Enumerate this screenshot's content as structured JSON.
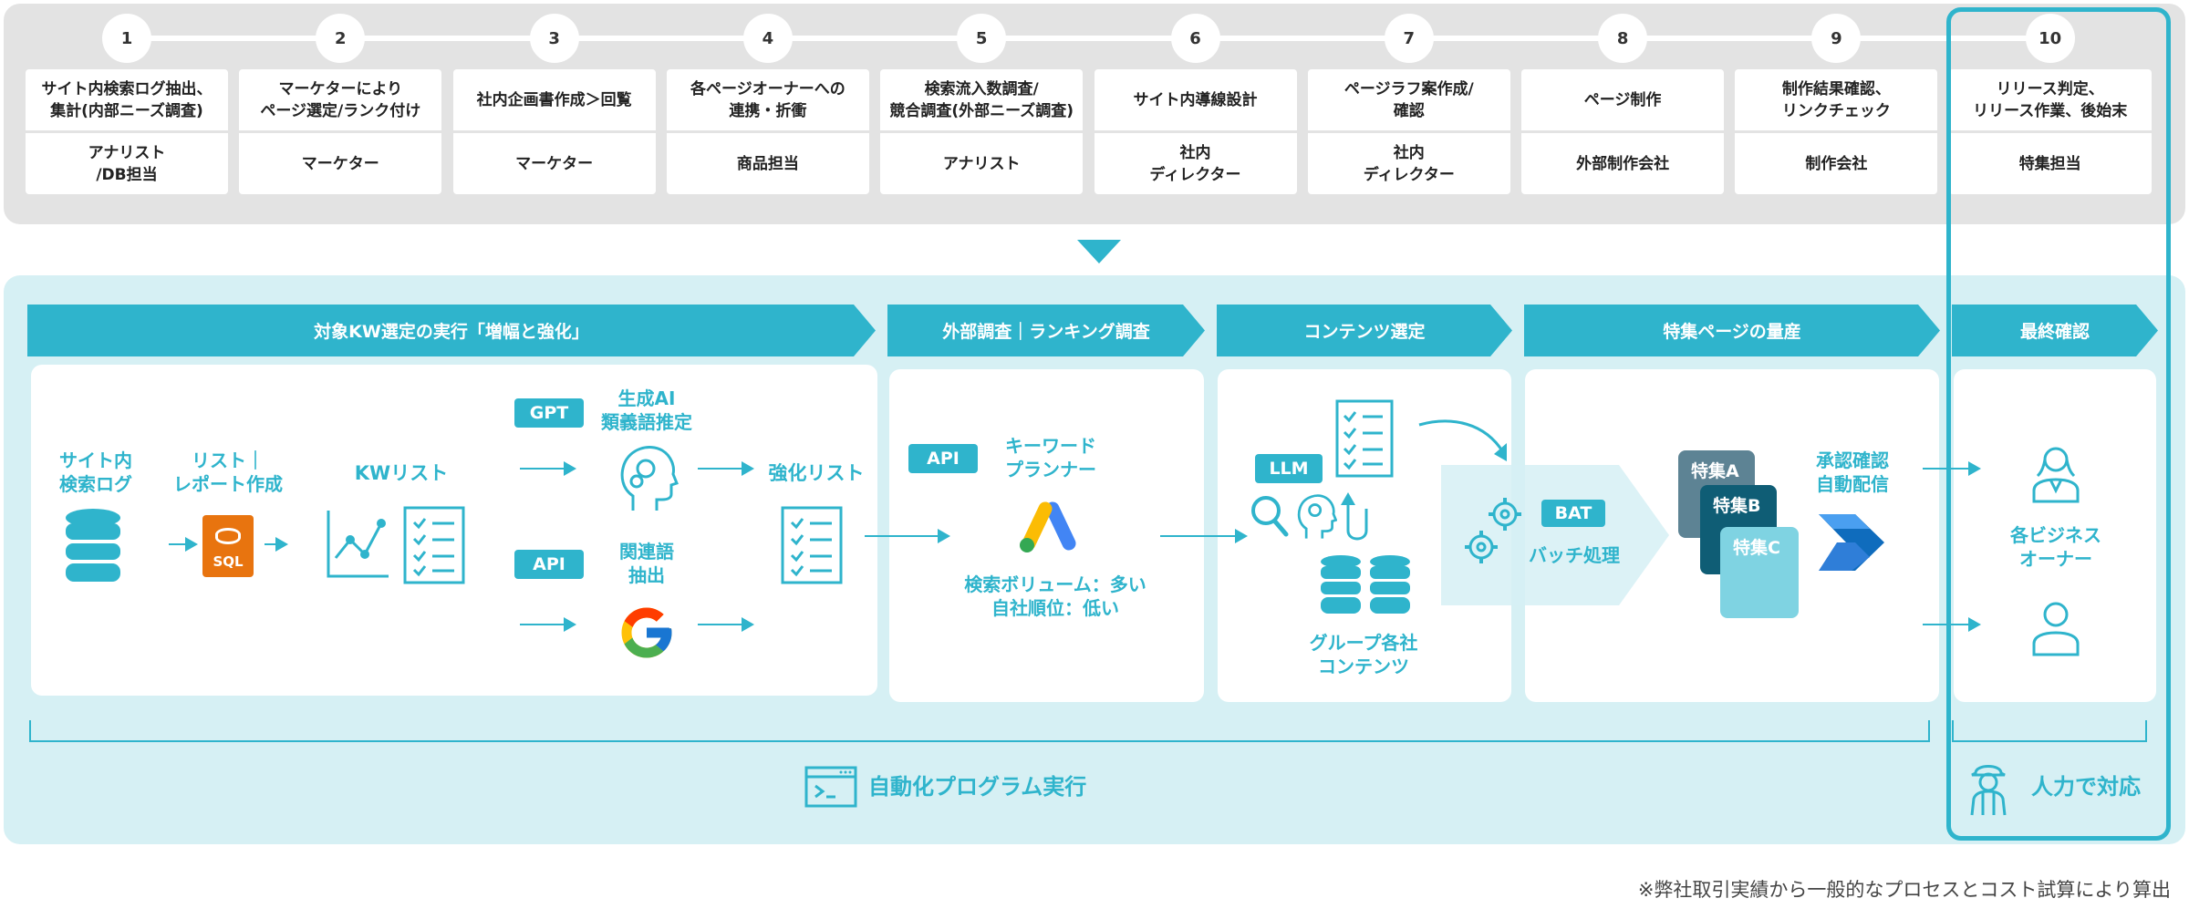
{
  "steps": [
    {
      "number": "1",
      "task": "サイト内検索ログ抽出、\n集計(内部ニーズ調査)",
      "owner": "アナリスト\n/DB担当"
    },
    {
      "number": "2",
      "task": "マーケターにより\nページ選定/ランク付け",
      "owner": "マーケター"
    },
    {
      "number": "3",
      "task": "社内企画書作成＞回覧",
      "owner": "マーケター"
    },
    {
      "number": "4",
      "task": "各ページオーナーへの\n連携・折衝",
      "owner": "商品担当"
    },
    {
      "number": "5",
      "task": "検索流入数調査/\n競合調査(外部ニーズ調査)",
      "owner": "アナリスト"
    },
    {
      "number": "6",
      "task": "サイト内導線設計",
      "owner": "社内\nディレクター"
    },
    {
      "number": "7",
      "task": "ページラフ案作成/\n確認",
      "owner": "社内\nディレクター"
    },
    {
      "number": "8",
      "task": "ページ制作",
      "owner": "外部制作会社"
    },
    {
      "number": "9",
      "task": "制作結果確認、\nリンクチェック",
      "owner": "制作会社"
    },
    {
      "number": "10",
      "task": "リリース判定、\nリリース作業、後始末",
      "owner": "特集担当"
    }
  ],
  "phases": [
    {
      "label": "対象KW選定の実行「増幅と強化」"
    },
    {
      "label": "外部調査｜ランキング調査"
    },
    {
      "label": "コンテンツ選定"
    },
    {
      "label": "特集ページの量産"
    },
    {
      "label": "最終確認"
    }
  ],
  "kw": {
    "search_log": "サイト内\n検索ログ",
    "list_report": "リスト｜\nレポート作成",
    "sql": "SQL",
    "kw_list": "KWリスト",
    "gpt_tag": "GPT",
    "gen_ai": "生成AI\n類義語推定",
    "api_tag": "API",
    "related": "関連語\n抽出",
    "enhanced": "強化リスト"
  },
  "external": {
    "api_tag": "API",
    "planner": "キーワード\nプランナー",
    "result": "検索ボリューム：多い\n自社順位：低い"
  },
  "content": {
    "llm_tag": "LLM",
    "group": "グループ各社\nコンテンツ"
  },
  "mass": {
    "bat_tag": "BAT",
    "batch": "バッチ処理",
    "feature_a": "特集A",
    "feature_b": "特集B",
    "feature_c": "特集C",
    "approval": "承認確認\n自動配信"
  },
  "final": {
    "owners": "各ビジネス\nオーナー"
  },
  "auto_label": "自動化プログラム実行",
  "manual_label": "人力で対応",
  "footnote": "※弊社取引実績から一般的なプロセスとコスト試算により算出",
  "colors": {
    "accent": "#2fb4cc",
    "band_gray": "#e3e3e3",
    "band_light": "#d6f0f4"
  }
}
